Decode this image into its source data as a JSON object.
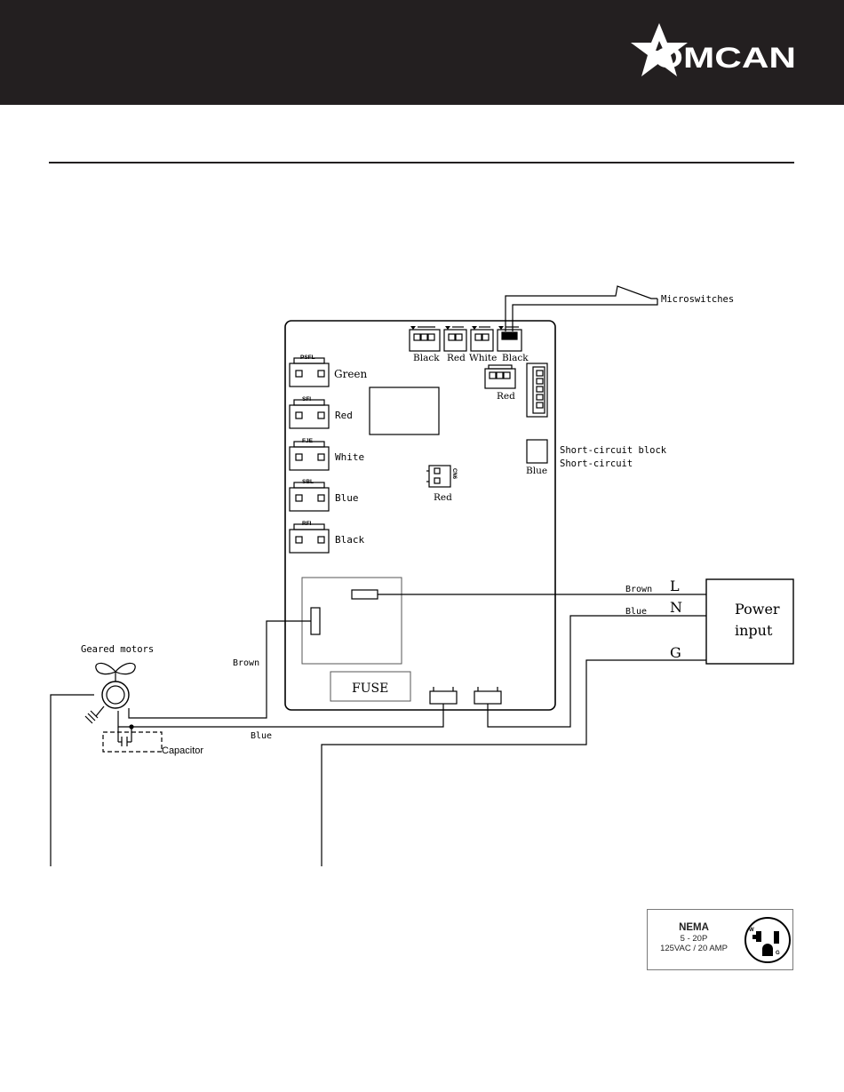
{
  "brand": {
    "name": "OMCAN",
    "colors": {
      "header": "#231f20",
      "logo": "#ffffff",
      "line": "#000000"
    }
  },
  "diagram": {
    "microswitches": "Microswitches",
    "top_connectors": [
      "Black",
      "Red",
      "White",
      "Black"
    ],
    "side_connectors": [
      {
        "code": "PSFL",
        "color": "Green"
      },
      {
        "code": "SFI",
        "color": "Red"
      },
      {
        "code": "FJE",
        "color": "White"
      },
      {
        "code": "SBL",
        "color": "Blue"
      },
      {
        "code": "RFI",
        "color": "Black"
      }
    ],
    "upper_right_connector": "Red",
    "center_connector": {
      "label": "Red",
      "code": "CN6"
    },
    "short_circuit_block": "Short-circuit block",
    "short_circuit": "Short-circuit",
    "short_circuit_color": "Blue",
    "fuse": "FUSE",
    "wire_brown_right": "Brown",
    "wire_blue_right": "Blue",
    "wire_brown_left": "Brown",
    "wire_blue_bottom": "Blue",
    "terminal_l": "L",
    "terminal_n": "N",
    "terminal_g": "G",
    "power_input_line1": "Power",
    "power_input_line2": "input",
    "geared_motors": "Geared motors",
    "capacitor": "Capacitor"
  },
  "nema": {
    "title": "NEMA",
    "model": "5 - 20P",
    "rating": "125VAC / 20 AMP",
    "pin_w": "W",
    "pin_g": "G"
  }
}
